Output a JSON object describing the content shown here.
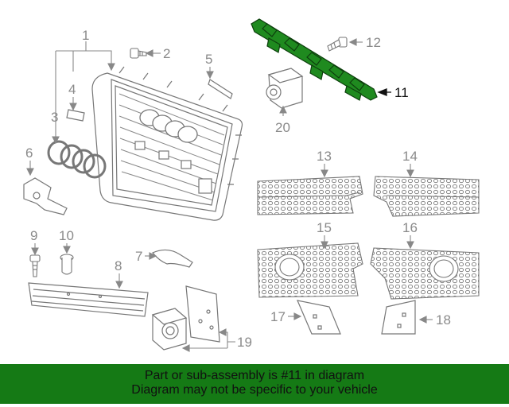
{
  "callouts": {
    "c1": "1",
    "c2": "2",
    "c3": "3",
    "c4": "4",
    "c5": "5",
    "c6": "6",
    "c7": "7",
    "c8": "8",
    "c9": "9",
    "c10": "10",
    "c11": "11",
    "c12": "12",
    "c13": "13",
    "c14": "14",
    "c15": "15",
    "c16": "16",
    "c17": "17",
    "c18": "18",
    "c19": "19",
    "c20": "20"
  },
  "highlight": {
    "part": "11",
    "color": "#1f8a1f"
  },
  "footer": {
    "line1": "Part or sub-assembly is #11 in diagram",
    "line2": "Diagram may not be specific to your vehicle",
    "background": "#157a15"
  }
}
